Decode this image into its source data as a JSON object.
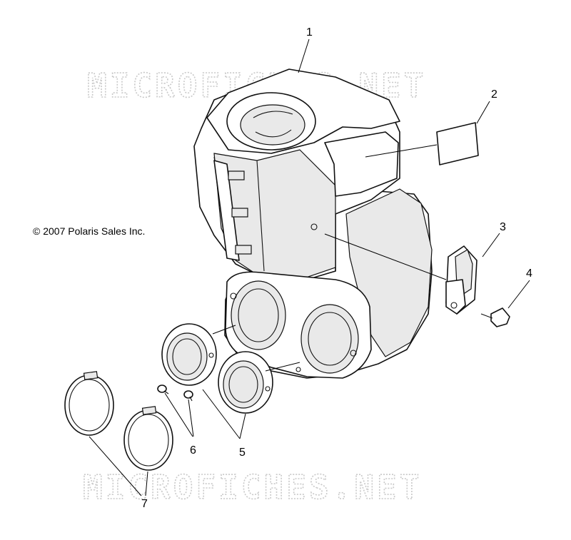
{
  "copyright": "© 2007 Polaris Sales Inc.",
  "watermark_top": "MICROFICHES.NET",
  "watermark_bottom": "MICROFICHES.NET",
  "callouts": {
    "c1": "1",
    "c2": "2",
    "c3": "3",
    "c4": "4",
    "c5": "5",
    "c6": "6",
    "c7": "7"
  }
}
